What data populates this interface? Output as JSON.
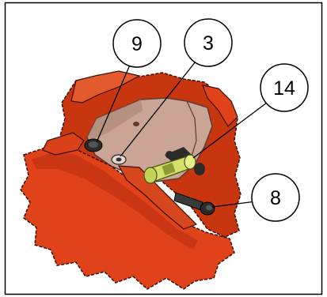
{
  "callouts": [
    {
      "label": "9"
    },
    {
      "label": "3"
    },
    {
      "label": "14"
    },
    {
      "label": "8"
    }
  ],
  "colors": {
    "body": "#e0421a",
    "body_dark": "#b52d10",
    "body_shadow": "#8f220c",
    "outline": "#3a0d05",
    "plate": "#caa595",
    "plate_dark": "#8a6a5d",
    "fitting": "#d4e06a",
    "fitting_dark": "#8f9a33",
    "bolt": "#2b2b2b",
    "frame": "#000000"
  }
}
